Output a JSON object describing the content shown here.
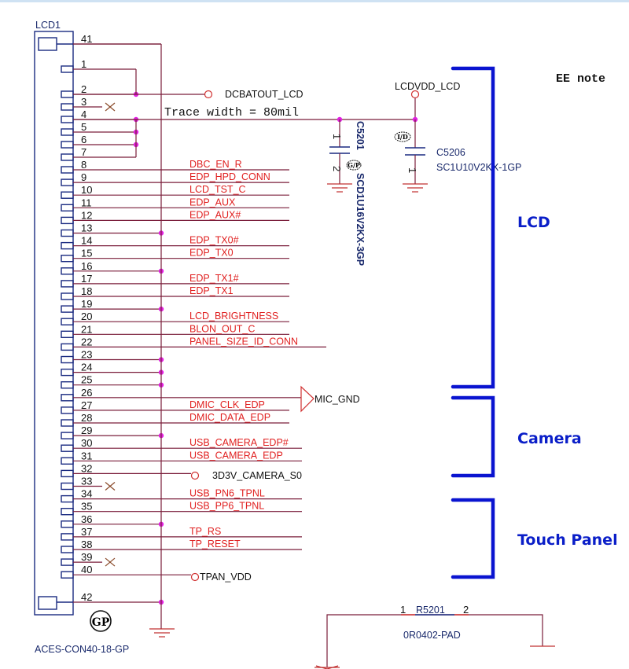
{
  "connector": {
    "ref": "LCD1",
    "part": "ACES-CON40-18-GP",
    "gp_mark": "GP",
    "pins": [
      {
        "num": "41",
        "net": ""
      },
      {
        "num": "1",
        "net": ""
      },
      {
        "num": "2",
        "net": ""
      },
      {
        "num": "3",
        "net": "",
        "nc": true
      },
      {
        "num": "4",
        "net": ""
      },
      {
        "num": "5",
        "net": ""
      },
      {
        "num": "6",
        "net": ""
      },
      {
        "num": "7",
        "net": ""
      },
      {
        "num": "8",
        "net": "DBC_EN_R"
      },
      {
        "num": "9",
        "net": "EDP_HPD_CONN"
      },
      {
        "num": "10",
        "net": "LCD_TST_C"
      },
      {
        "num": "11",
        "net": "EDP_AUX"
      },
      {
        "num": "12",
        "net": "EDP_AUX#"
      },
      {
        "num": "13",
        "net": ""
      },
      {
        "num": "14",
        "net": "EDP_TX0#"
      },
      {
        "num": "15",
        "net": "EDP_TX0"
      },
      {
        "num": "16",
        "net": ""
      },
      {
        "num": "17",
        "net": "EDP_TX1#"
      },
      {
        "num": "18",
        "net": "EDP_TX1"
      },
      {
        "num": "19",
        "net": ""
      },
      {
        "num": "20",
        "net": "LCD_BRIGHTNESS"
      },
      {
        "num": "21",
        "net": "BLON_OUT_C"
      },
      {
        "num": "22",
        "net": "PANEL_SIZE_ID_CONN"
      },
      {
        "num": "23",
        "net": ""
      },
      {
        "num": "24",
        "net": ""
      },
      {
        "num": "25",
        "net": ""
      },
      {
        "num": "26",
        "net": ""
      },
      {
        "num": "27",
        "net": "DMIC_CLK_EDP"
      },
      {
        "num": "28",
        "net": "DMIC_DATA_EDP"
      },
      {
        "num": "29",
        "net": ""
      },
      {
        "num": "30",
        "net": "USB_CAMERA_EDP#"
      },
      {
        "num": "31",
        "net": "USB_CAMERA_EDP"
      },
      {
        "num": "32",
        "net": ""
      },
      {
        "num": "33",
        "net": "",
        "nc": true
      },
      {
        "num": "34",
        "net": "USB_PN6_TPNL"
      },
      {
        "num": "35",
        "net": "USB_PP6_TPNL"
      },
      {
        "num": "36",
        "net": ""
      },
      {
        "num": "37",
        "net": "TP_RS"
      },
      {
        "num": "38",
        "net": "TP_RESET"
      },
      {
        "num": "39",
        "net": "",
        "nc": true
      },
      {
        "num": "40",
        "net": ""
      },
      {
        "num": "42",
        "net": ""
      }
    ]
  },
  "ports": {
    "dcbatout": "DCBATOUT_LCD",
    "lcdvdd": "LCDVDD_LCD",
    "mic_gnd": "MIC_GND",
    "camera_pwr": "3D3V_CAMERA_S0",
    "tpan_vdd": "TPAN_VDD"
  },
  "annotations": {
    "trace_width": "Trace width = 80mil",
    "ee_note": "EE note"
  },
  "capacitors": {
    "c5201": {
      "ref": "C5201",
      "value": "SCD1U16V2KX-3GP",
      "pin1": "1",
      "pin2": "2",
      "mark": "G/P"
    },
    "c5206": {
      "ref": "C5206",
      "value": "SC1U10V2KX-1GP",
      "pin1": "1",
      "mark": "I/D"
    }
  },
  "resistor": {
    "ref": "R5201",
    "value": "0R0402-PAD",
    "pin1": "1",
    "pin2": "2"
  },
  "sections": [
    {
      "label": "LCD"
    },
    {
      "label": "Camera"
    },
    {
      "label": "Touch Panel"
    }
  ]
}
